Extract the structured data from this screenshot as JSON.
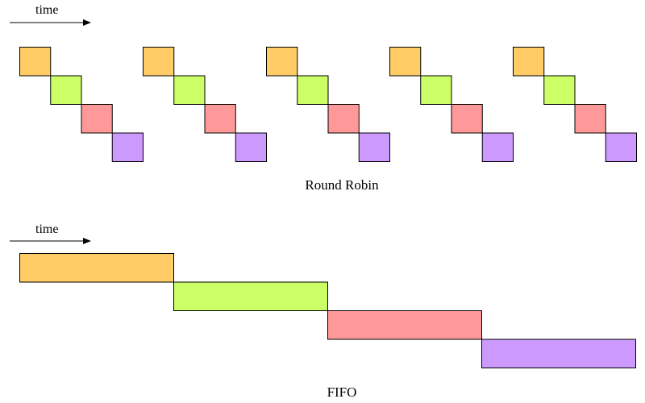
{
  "colors": {
    "process_1": "#FFCC66",
    "process_2": "#CCFF66",
    "process_3": "#FF9999",
    "process_4": "#CC99FF",
    "outline": "#000000"
  },
  "round_robin": {
    "time_label": "time",
    "caption": "Round Robin",
    "processes": 4,
    "rounds": 5
  },
  "fifo": {
    "time_label": "time",
    "caption": "FIFO",
    "processes": 4
  }
}
